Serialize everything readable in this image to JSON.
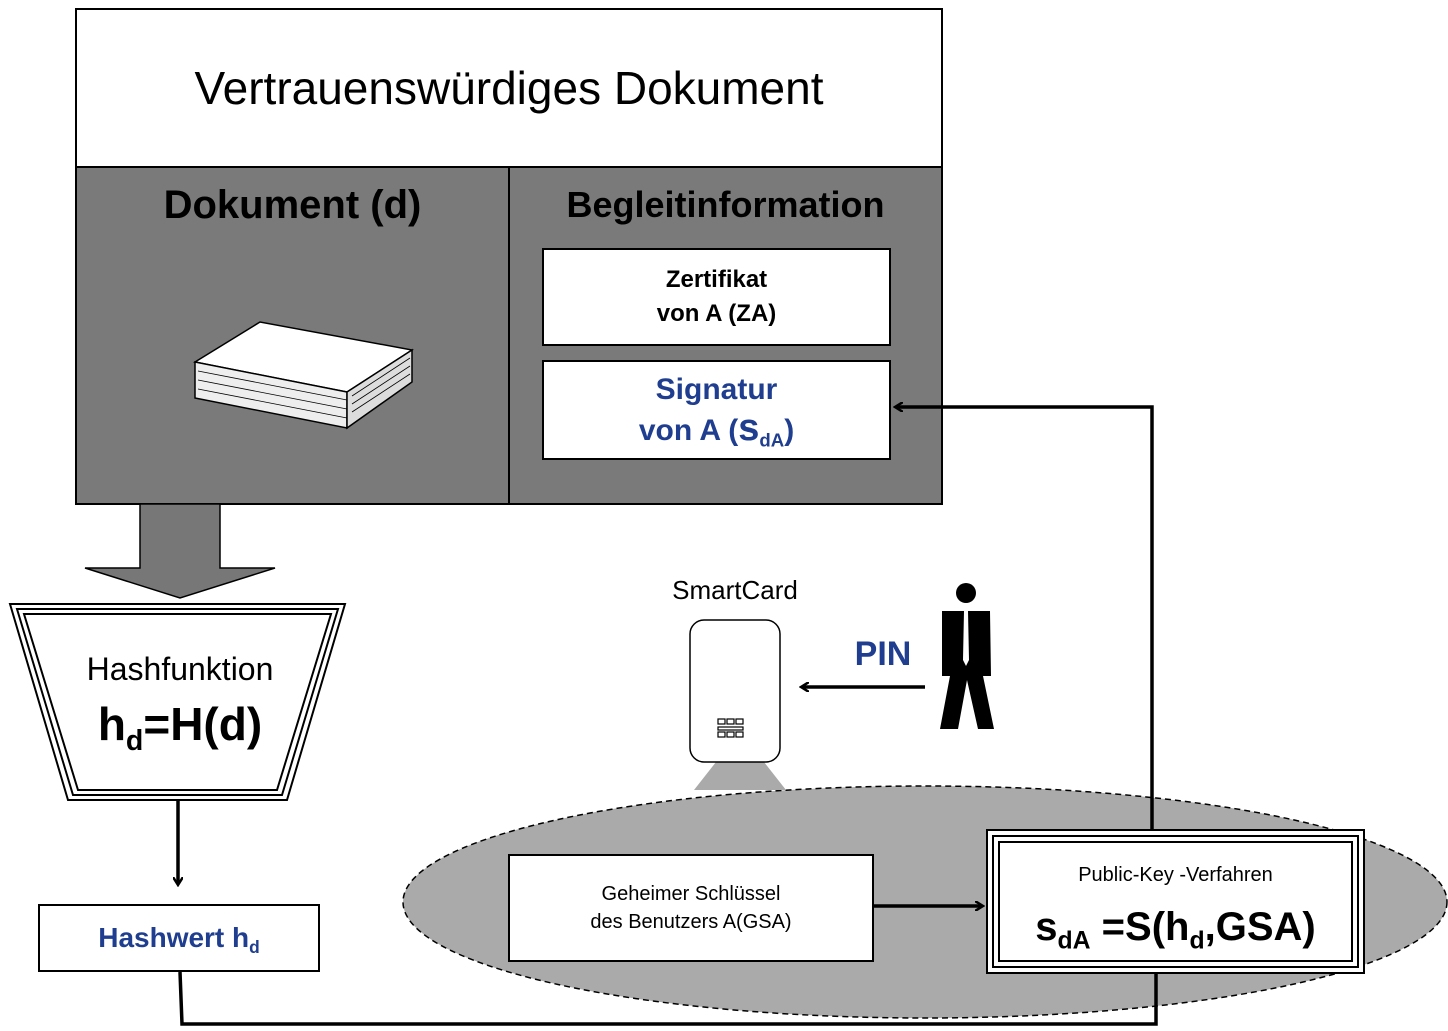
{
  "colors": {
    "panel_gray": "#7a7a7a",
    "ellipse_gray": "#aaaaaa",
    "arrow_gray": "#777777",
    "accent_blue": "#1f3e8f",
    "line": "#000000"
  },
  "header": {
    "title": "Vertrauenswürdiges Dokument"
  },
  "document_panel": {
    "title": "Dokument (d)",
    "icon": "book-icon"
  },
  "info_panel": {
    "title": "Begleitinformation",
    "certificate": {
      "line1": "Zertifikat",
      "line2": "von A (ZA)"
    },
    "signature": {
      "line1": "Signatur",
      "line2_prefix": "von A (",
      "symbol": "s",
      "subscript": "dA",
      "suffix": ")"
    }
  },
  "hash_function": {
    "label": "Hashfunktion",
    "formula_h": "h",
    "formula_sub": "d",
    "formula_rest": "=H(d)"
  },
  "hash_value": {
    "label": "Hashwert h",
    "subscript": "d"
  },
  "smartcard": {
    "label": "SmartCard",
    "icon": "smartcard-icon"
  },
  "pin": {
    "label": "PIN",
    "icon": "person-icon"
  },
  "secret_key": {
    "line1": "Geheimer Schlüssel",
    "line2": "des Benutzers A(GSA)"
  },
  "public_key": {
    "label": "Public-Key -Verfahren",
    "formula": {
      "s": "s",
      "s_sub": "dA",
      "mid": " =S(h",
      "h_sub": "d",
      "end": ",GSA)"
    }
  }
}
